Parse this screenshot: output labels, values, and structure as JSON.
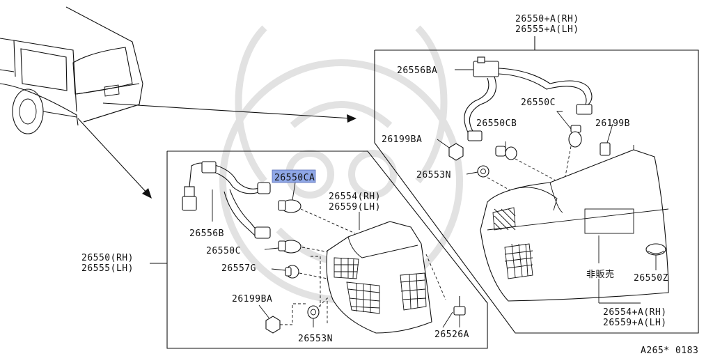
{
  "diagram": {
    "labels": {
      "p26550_a_rh": "26550+A(RH)",
      "p26555_a_lh": "26555+A(LH)",
      "p26556ba": "26556BA",
      "p26550c_r": "26550C",
      "p26550cb": "26550CB",
      "p26199b": "26199B",
      "p26199ba_r": "26199BA",
      "p26553n_r": "26553N",
      "p26550ca": "26550CA",
      "p26554_rh": "26554(RH)",
      "p26559_lh": "26559(LH)",
      "p26556b": "26556B",
      "p26550c_l": "26550C",
      "p26557g": "26557G",
      "p26550_rh": "26550(RH)",
      "p26555_lh": "26555(LH)",
      "p26199ba_l": "26199BA",
      "p26553n_l": "26553N",
      "p26526a": "26526A",
      "not_for_sale": "非販売",
      "p26550z": "26550Z",
      "p26554_a_rh": "26554+A(RH)",
      "p26559_a_lh": "26559+A(LH)"
    },
    "figure_code": "A265* 0183",
    "highlight_color": "#8fa7e6"
  }
}
